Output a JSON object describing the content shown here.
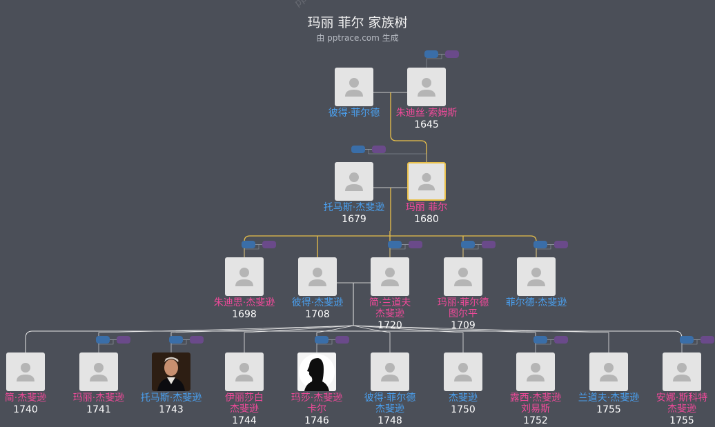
{
  "title": "玛丽 菲尔 家族树",
  "subtitle": "由 pptrace.com 生成",
  "watermark": "pptrace",
  "colors": {
    "male": "#4aa0f0",
    "female": "#f04a9a",
    "gold": "#e9c04a",
    "line": "#e8e8e8"
  },
  "people": [
    {
      "id": "p1",
      "name1": "彼得·菲尔德",
      "name2": "",
      "year": "",
      "sex": "m"
    },
    {
      "id": "p2",
      "name1": "朱迪丝·索姆斯",
      "name2": "",
      "year": "1645",
      "sex": "f"
    },
    {
      "id": "p3",
      "name1": "托马斯·杰斐逊",
      "name2": "",
      "year": "1679",
      "sex": "m"
    },
    {
      "id": "p4",
      "name1": "玛丽 菲尔",
      "name2": "",
      "year": "1680",
      "sex": "f",
      "selected": true
    },
    {
      "id": "c1",
      "name1": "朱迪思·杰斐逊",
      "name2": "",
      "year": "1698",
      "sex": "f"
    },
    {
      "id": "c2",
      "name1": "彼得·杰斐逊",
      "name2": "",
      "year": "1708",
      "sex": "m"
    },
    {
      "id": "c3",
      "name1": "简·兰道夫",
      "name2": "杰斐逊",
      "year": "1720",
      "sex": "f"
    },
    {
      "id": "c4",
      "name1": "玛丽·菲尔德",
      "name2": "图尔平",
      "year": "1709",
      "sex": "f"
    },
    {
      "id": "c5",
      "name1": "菲尔德·杰斐逊",
      "name2": "",
      "year": "",
      "sex": "m"
    },
    {
      "id": "g1",
      "name1": "简·杰斐逊",
      "name2": "",
      "year": "1740",
      "sex": "f"
    },
    {
      "id": "g2",
      "name1": "玛丽·杰斐逊",
      "name2": "",
      "year": "1741",
      "sex": "f"
    },
    {
      "id": "g3",
      "name1": "托马斯·杰斐逊",
      "name2": "",
      "year": "1743",
      "sex": "m",
      "photo": "portrait"
    },
    {
      "id": "g4",
      "name1": "伊丽莎白",
      "name2": "杰斐逊",
      "year": "1744",
      "sex": "f"
    },
    {
      "id": "g5",
      "name1": "玛莎·杰斐逊",
      "name2": "卡尔",
      "year": "1746",
      "sex": "f",
      "photo": "silhouette"
    },
    {
      "id": "g6",
      "name1": "彼得·菲尔德",
      "name2": "杰斐逊",
      "year": "1748",
      "sex": "m"
    },
    {
      "id": "g7",
      "name1": "杰斐逊",
      "name2": "",
      "year": "1750",
      "sex": "m"
    },
    {
      "id": "g8",
      "name1": "露西·杰斐逊",
      "name2": "刘易斯",
      "year": "1752",
      "sex": "f"
    },
    {
      "id": "g9",
      "name1": "兰道夫·杰斐逊",
      "name2": "",
      "year": "1755",
      "sex": "m"
    },
    {
      "id": "g10",
      "name1": "安娜·斯科特",
      "name2": "杰斐逊",
      "year": "1755",
      "sex": "f"
    }
  ]
}
